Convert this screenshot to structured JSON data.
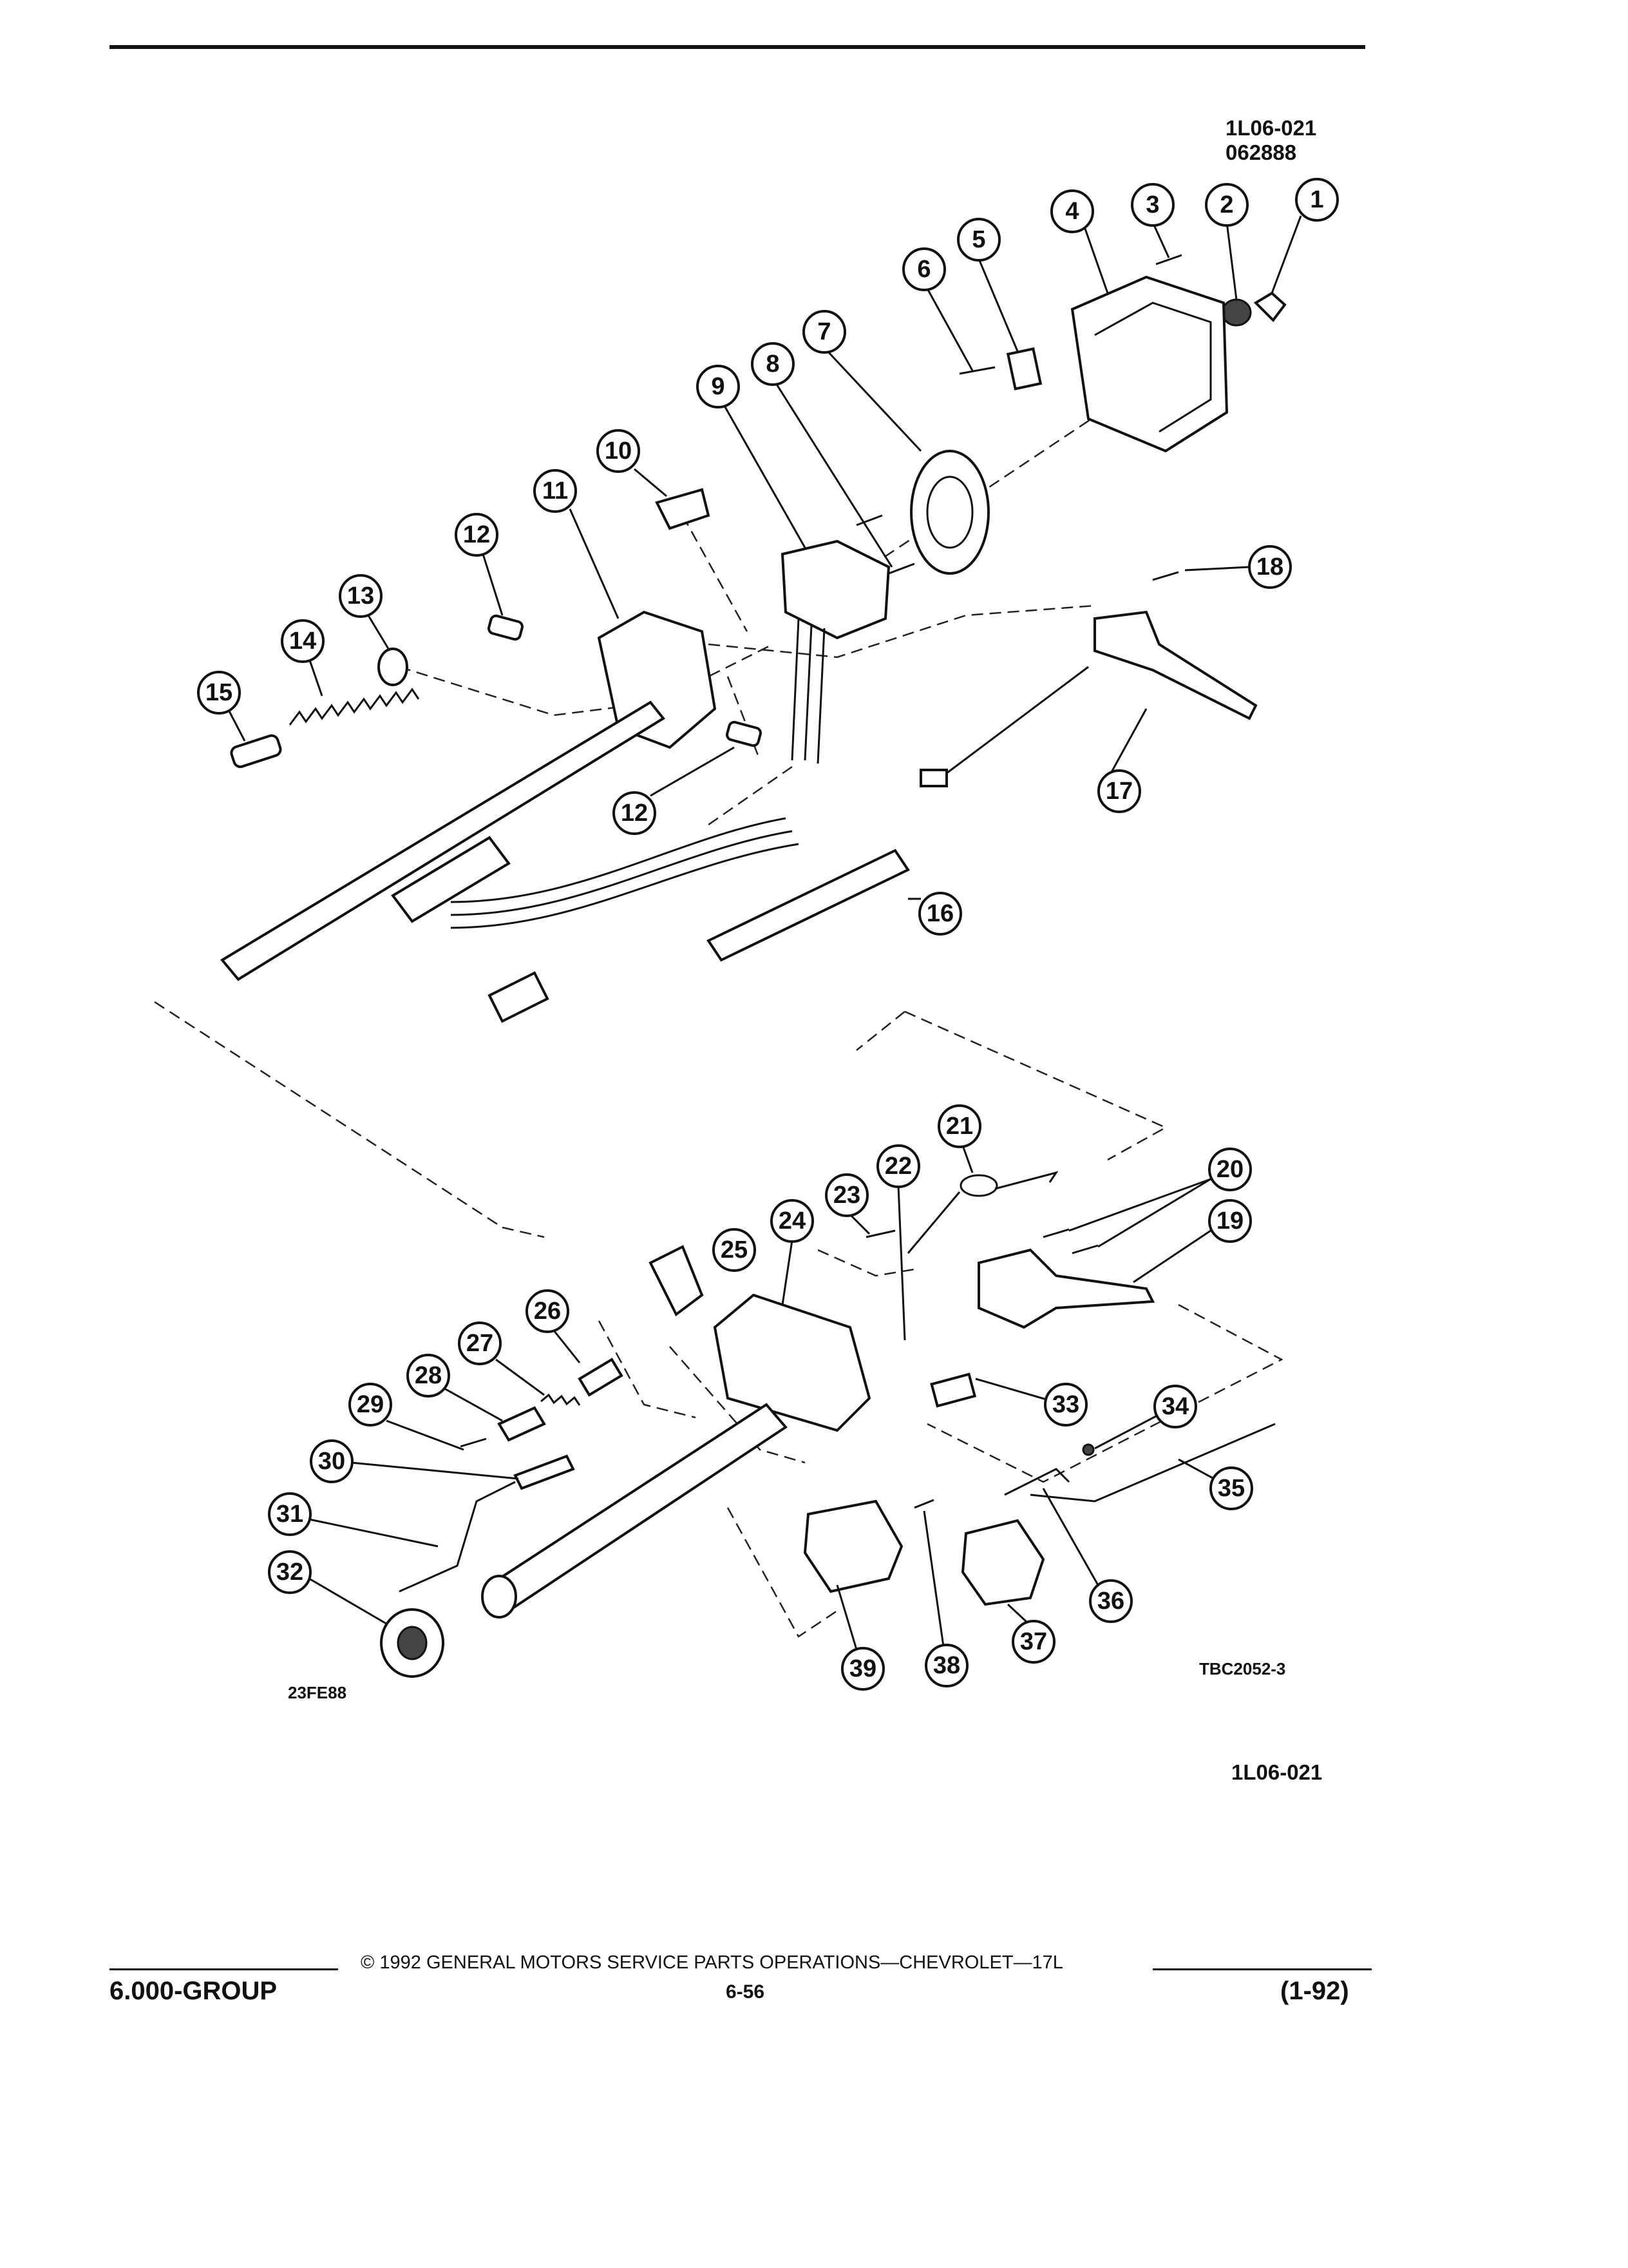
{
  "header": {
    "code_top": "1L06-021",
    "date_top": "062888"
  },
  "diagram": {
    "part_numbers": [
      "1",
      "2",
      "3",
      "4",
      "5",
      "6",
      "7",
      "8",
      "9",
      "10",
      "11",
      "12",
      "12",
      "13",
      "14",
      "15",
      "16",
      "17",
      "18",
      "19",
      "20",
      "21",
      "22",
      "23",
      "24",
      "25",
      "26",
      "27",
      "28",
      "29",
      "30",
      "31",
      "32",
      "33",
      "34",
      "35",
      "36",
      "37",
      "38",
      "39"
    ],
    "stamp_left": "23FE88",
    "stamp_right": "TBC2052-3"
  },
  "figure_code": "1L06-021",
  "footer": {
    "copyright": "©  1992  GENERAL MOTORS SERVICE PARTS OPERATIONS—CHEVROLET—17L",
    "group": "6.000-GROUP",
    "page": "6-56",
    "revision": "(1-92)"
  }
}
